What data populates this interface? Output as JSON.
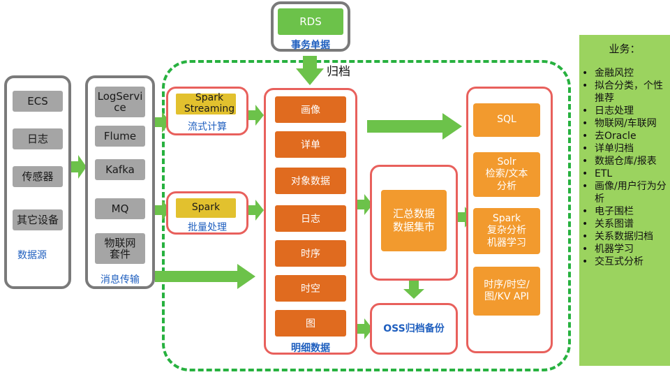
{
  "rds": {
    "label": "RDS",
    "caption": "事务单据"
  },
  "archive_label": "归档",
  "data_source": {
    "items": [
      "ECS",
      "日志",
      "传感器",
      "其它设备"
    ],
    "caption": "数据源"
  },
  "messaging": {
    "items": [
      "LogService",
      "Flume",
      "Kafka",
      "MQ",
      "物联网套件"
    ],
    "caption": "消息传输"
  },
  "streaming": {
    "title": "Spark Streaming",
    "caption": "流式计算"
  },
  "batch": {
    "title": "Spark",
    "caption": "批量处理"
  },
  "detail": {
    "items": [
      "画像",
      "详单",
      "对象数据",
      "日志",
      "时序",
      "时空",
      "图"
    ],
    "caption": "明细数据"
  },
  "summary": {
    "label": "汇总数据\n数据集市"
  },
  "oss": {
    "label": "OSS归档备份"
  },
  "services": {
    "items": [
      "SQL",
      "Solr\n检索/文本\n分析",
      "Spark\n复杂分析\n机器学习",
      "时序/时空/\n图/KV API"
    ]
  },
  "business": {
    "title": "业务：",
    "items": [
      "金融风控",
      "拟合分类，个性推荐",
      "日志处理",
      "物联网/车联网",
      "去Oracle",
      "详单归档",
      "数据仓库/报表",
      "ETL",
      "画像/用户行为分析",
      "电子围栏",
      "关系图谱",
      "关系数据归档",
      "机器学习",
      "交互式分析"
    ]
  },
  "colors": {
    "green_arrow": "#6cc24a",
    "gray_border": "#7a7a7a",
    "red_border": "#e8605c",
    "dashed": "#27b13f",
    "orange": "#e06b1f",
    "light_orange": "#f29a2e",
    "business_bg": "#9bd35f",
    "caption_blue": "#1f5fbf"
  }
}
